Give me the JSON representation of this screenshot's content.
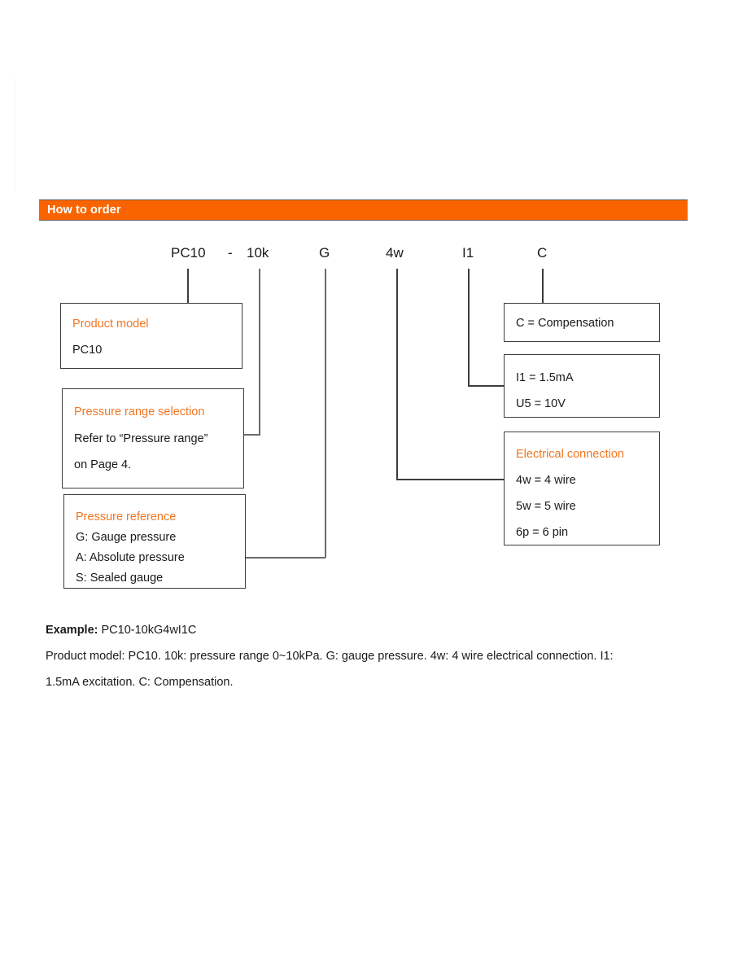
{
  "section": {
    "header_title": "How to order",
    "header_color": "#f96400",
    "heading_text_color": "#ef7622"
  },
  "code_string": {
    "tokens": [
      {
        "text": "PC10",
        "name": "code-token-product-model"
      },
      {
        "text": "-",
        "name": "code-token-dash"
      },
      {
        "text": "10k",
        "name": "code-token-pressure-range"
      },
      {
        "text": "G",
        "name": "code-token-pressure-reference"
      },
      {
        "text": "4w",
        "name": "code-token-electrical-connection"
      },
      {
        "text": "I1",
        "name": "code-token-excitation"
      },
      {
        "text": "C",
        "name": "code-token-compensation"
      }
    ]
  },
  "boxes": {
    "product_model": {
      "heading": "Product model",
      "lines": [
        "PC10"
      ]
    },
    "pressure_range": {
      "heading": "Pressure range selection",
      "lines": [
        "Refer to “Pressure range”",
        "on Page 4."
      ]
    },
    "pressure_reference": {
      "heading": "Pressure reference",
      "lines": [
        "G: Gauge pressure",
        "A: Absolute pressure",
        "S: Sealed gauge"
      ]
    },
    "compensation": {
      "lines": [
        "C = Compensation"
      ]
    },
    "excitation": {
      "lines": [
        "I1 = 1.5mA",
        "U5 = 10V"
      ]
    },
    "electrical_connection": {
      "heading": "Electrical connection",
      "lines": [
        "4w = 4 wire",
        "5w = 5 wire",
        "6p = 6 pin"
      ]
    }
  },
  "example": {
    "label": "Example:",
    "code": " PC10-10kG4wI1C",
    "description": "Product model: PC10. 10k: pressure range 0~10kPa. G: gauge pressure. 4w: 4 wire electrical connection. I1: 1.5mA excitation. C: Compensation."
  }
}
